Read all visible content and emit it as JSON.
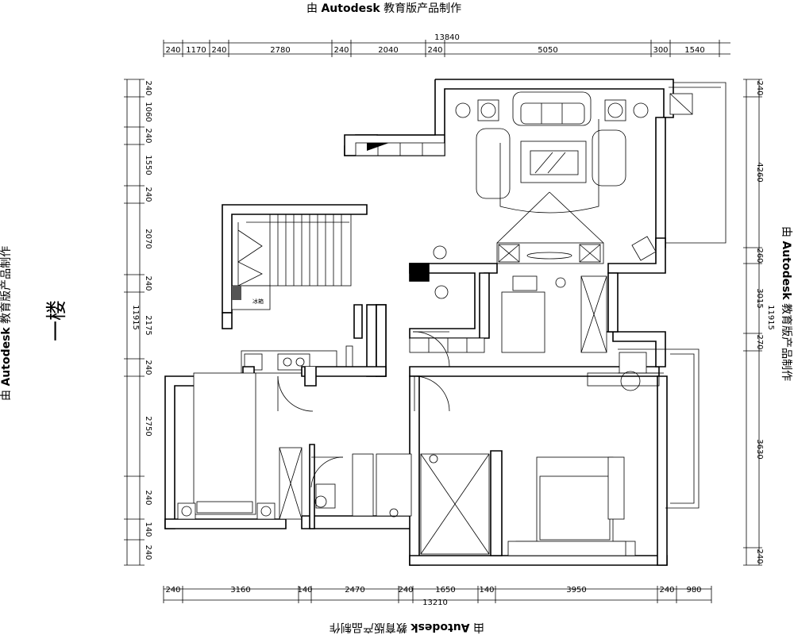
{
  "watermark": {
    "prefix": "由 ",
    "brand": "Autodesk",
    "suffix": " 教育版产品制作"
  },
  "floor_label": "一楼",
  "dimensions": {
    "top_total": "13840",
    "top_segments": [
      "240",
      "1170",
      "240",
      "2780",
      "240",
      "2040",
      "240",
      "5050",
      "300",
      "1540"
    ],
    "bottom_total": "13210",
    "bottom_segments": [
      "240",
      "3160",
      "140",
      "2470",
      "240",
      "1650",
      "140",
      "3950",
      "240",
      "980"
    ],
    "left_total": "11915",
    "left_segments": [
      "240",
      "1060",
      "240",
      "1550",
      "240",
      "2070",
      "240",
      "2175",
      "240",
      "2750",
      "240",
      "140",
      "240"
    ],
    "right_total": "11915",
    "right_segments": [
      "240",
      "4260",
      "260",
      "3015",
      "270",
      "3630",
      "240"
    ]
  },
  "room_labels": {
    "kitchen_fridge": "冰箱"
  }
}
